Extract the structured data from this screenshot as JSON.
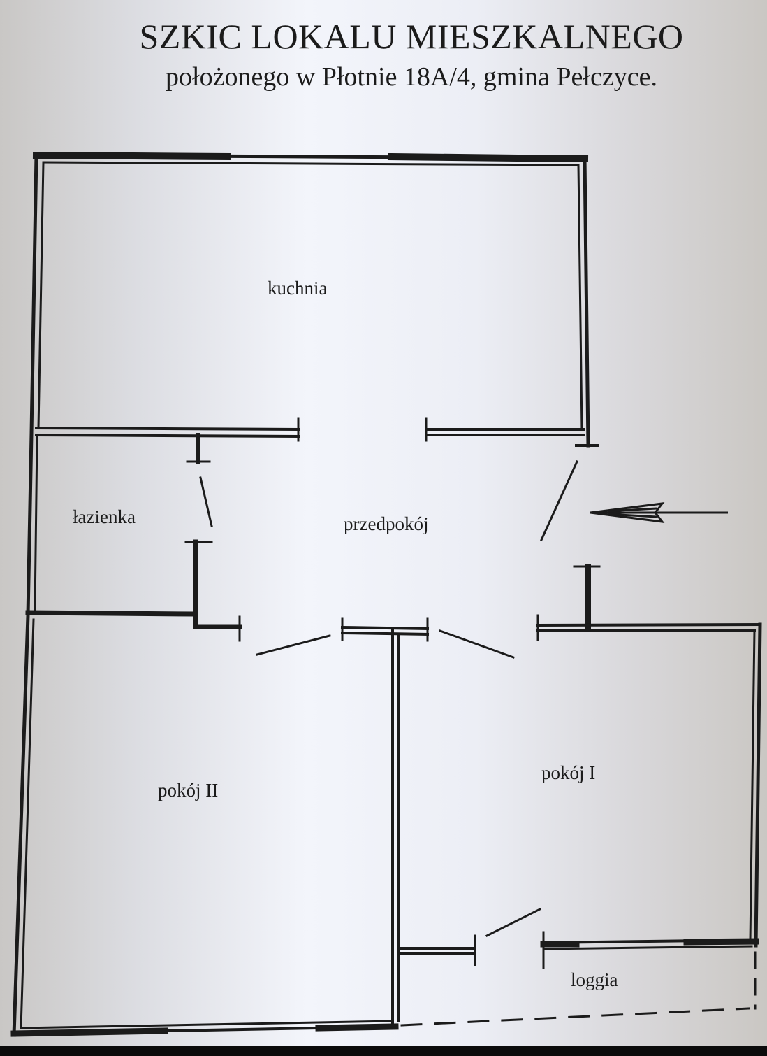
{
  "header": {
    "title": "SZKIC LOKALU MIESZKALNEGO",
    "subtitle": "położonego w Płotnie 18A/4, gmina Pełczyce."
  },
  "rooms": {
    "kitchen": "kuchnia",
    "bathroom": "łazienka",
    "hallway": "przedpokój",
    "room_1": "pokój I",
    "room_2": "pokój II",
    "loggia": "loggia"
  },
  "colors": {
    "ink": "#1b1b1b",
    "paper": "#eef1f8"
  },
  "icons": {
    "entrance": "entrance-arrow-icon"
  }
}
